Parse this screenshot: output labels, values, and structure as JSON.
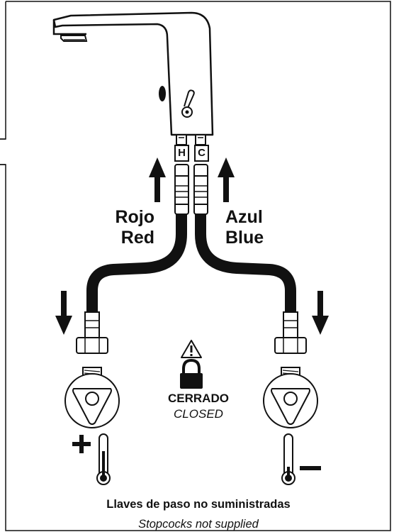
{
  "connections": {
    "hot_port": "H",
    "cold_port": "C"
  },
  "hoses": {
    "hot_label_es": "Rojo",
    "hot_label_en": "Red",
    "cold_label_es": "Azul",
    "cold_label_en": "Blue"
  },
  "warning": {
    "icon": "warning-triangle-icon",
    "lock_icon": "padlock-icon",
    "status_es": "CERRADO",
    "status_en": "CLOSED"
  },
  "temperature": {
    "hot_symbol": "+",
    "cold_symbol": "–"
  },
  "footer": {
    "note_es": "Llaves de paso no suministradas",
    "note_en": "Stopcocks not supplied"
  }
}
